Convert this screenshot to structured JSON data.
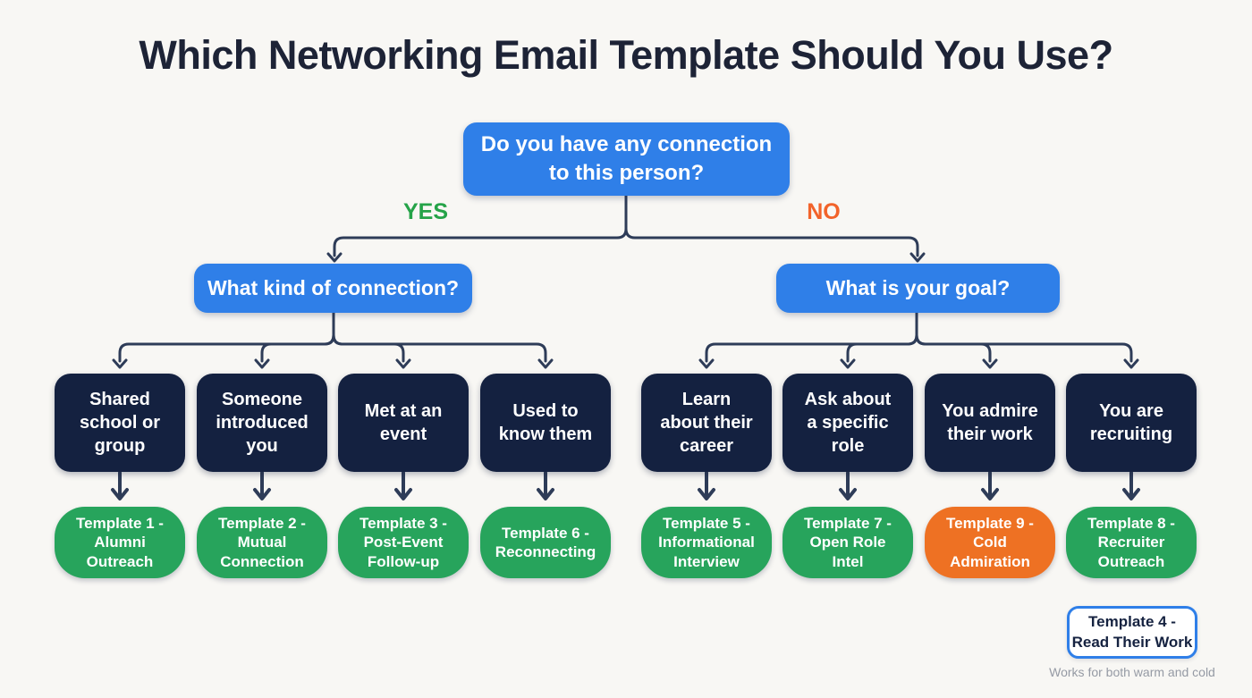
{
  "title": "Which Networking Email Template Should You Use?",
  "decision": {
    "root": "Do you have any connection\nto this person?",
    "yes_label": "YES",
    "no_label": "NO",
    "left_question": "What kind of connection?",
    "right_question": "What is your goal?"
  },
  "categories": [
    {
      "label": "Shared\nschool or\ngroup"
    },
    {
      "label": "Someone\nintroduced\nyou"
    },
    {
      "label": "Met at an\nevent"
    },
    {
      "label": "Used to\nknow them"
    },
    {
      "label": "Learn\nabout their\ncareer"
    },
    {
      "label": "Ask about\na specific\nrole"
    },
    {
      "label": "You admire\ntheir work"
    },
    {
      "label": "You are\nrecruiting"
    }
  ],
  "templates": [
    {
      "label": "Template 1 -\nAlumni\nOutreach",
      "color": "#27a45c"
    },
    {
      "label": "Template 2 -\nMutual\nConnection",
      "color": "#27a45c"
    },
    {
      "label": "Template 3 -\nPost-Event\nFollow-up",
      "color": "#27a45c"
    },
    {
      "label": "Template 6 -\nReconnecting",
      "color": "#27a45c"
    },
    {
      "label": "Template 5 -\nInformational\nInterview",
      "color": "#27a45c"
    },
    {
      "label": "Template 7 -\nOpen Role\nIntel",
      "color": "#27a45c"
    },
    {
      "label": "Template 9 -\nCold\nAdmiration",
      "color": "#ee7123"
    },
    {
      "label": "Template 8 -\nRecruiter\nOutreach",
      "color": "#27a45c"
    }
  ],
  "standalone_template": {
    "label": "Template 4 -\nRead Their Work",
    "note": "Works for both warm and cold"
  },
  "colors": {
    "background": "#f8f7f4",
    "title_text": "#1d2336",
    "question_blue": "#2f7fe8",
    "category_navy": "#142140",
    "template_green": "#27a45c",
    "template_orange": "#ee7123",
    "yes_green": "#25a348",
    "no_orange": "#f2632a",
    "connector": "#2e3c58"
  }
}
